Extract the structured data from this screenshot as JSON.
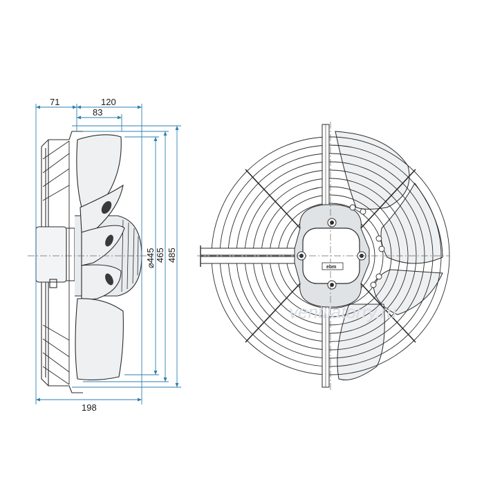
{
  "drawing": {
    "dimensions": {
      "d71": "71",
      "d120": "120",
      "d83": "83",
      "d198": "198",
      "d445": "⌀445",
      "d465": "465",
      "d485": "485"
    },
    "logo_text": "ebm",
    "watermark": "ventilatorry.ru",
    "colors": {
      "line": "#2a2a2a",
      "dimension": "#2d7fb0",
      "blade_fill": "#eef0f2",
      "hub_fill": "#dfe3e6"
    }
  }
}
